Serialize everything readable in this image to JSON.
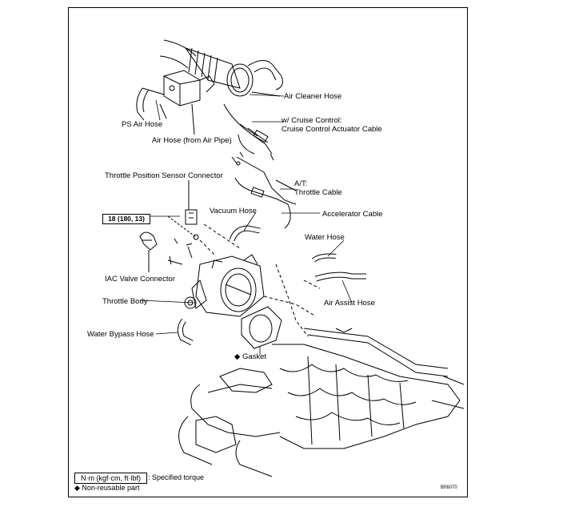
{
  "labels": {
    "air_cleaner_hose": "Air Cleaner Hose",
    "ps_air_hose": "PS Air Hose",
    "cruise_control": "w/ Cruise Control:\nCruise Control Actuator Cable",
    "air_hose": "Air Hose (from Air Pipe)",
    "throttle_position_sensor_connector": "Throttle Position Sensor Connector",
    "at_throttle_cable": "A/T:\nThrottle Cable",
    "vacuum_hose": "Vacuum Hose",
    "accelerator_cable": "Accelerator Cable",
    "torque_spec": "18 (180, 13)",
    "water_hose": "Water Hose",
    "iac_valve_connector": "IAC Valve Connector",
    "air_assist_hose": "Air Assist Hose",
    "throttle_body": "Throttle Body",
    "water_bypass_hose": "Water Bypass Hose",
    "gasket": "◆ Gasket"
  },
  "legend": {
    "torque_unit": "N·m (kgf·cm, ft·lbf)",
    "torque_desc": ": Specified torque",
    "non_reusable": "◆ Non-reusable part"
  },
  "figure_code": "B06070"
}
